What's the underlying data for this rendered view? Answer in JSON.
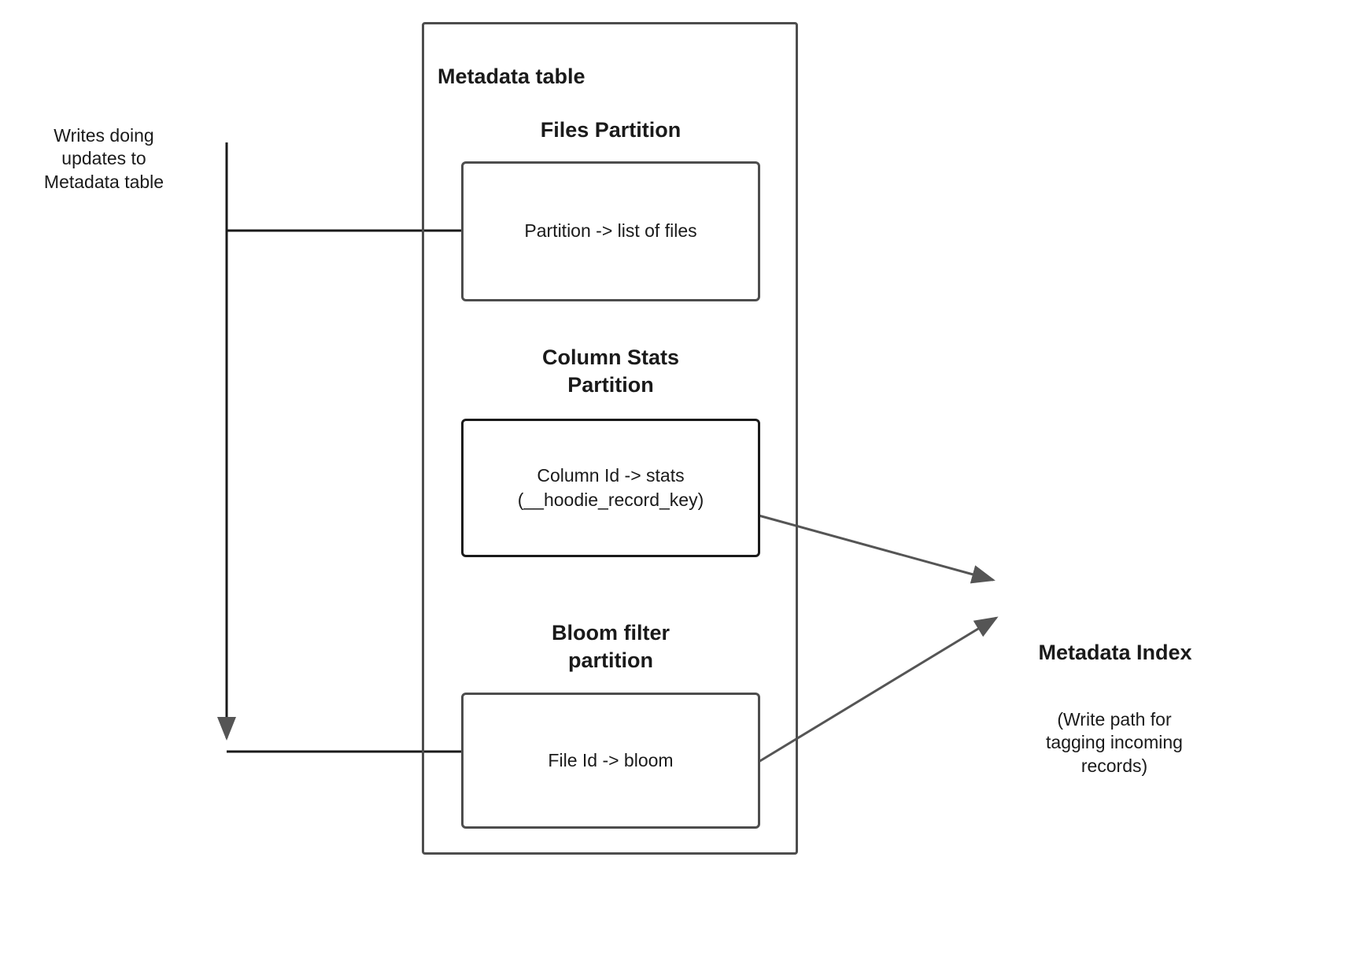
{
  "diagram": {
    "title": "Metadata table",
    "left_annotation": {
      "text": "Writes doing\nupdates to\nMetadata table"
    },
    "sections": [
      {
        "heading": "Files Partition",
        "box_label": "Partition -> list of files"
      },
      {
        "heading": "Column Stats\nPartition",
        "box_label": "Column Id  -> stats\n(__hoodie_record_key)"
      },
      {
        "heading": "Bloom filter\npartition",
        "box_label": "File Id -> bloom"
      }
    ],
    "right_annotation": {
      "title": "Metadata Index",
      "caption": "(Write path for\ntagging incoming\nrecords)"
    },
    "colors": {
      "stroke": "#4d4d4d",
      "stroke_dark": "#1a1a1a",
      "text": "#1a1a1a",
      "background": "#ffffff"
    }
  }
}
